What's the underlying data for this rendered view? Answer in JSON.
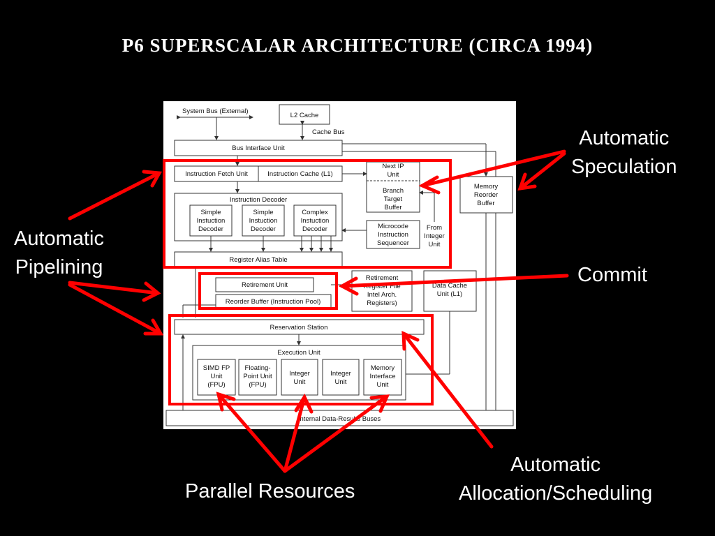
{
  "slide": {
    "title": "P6 SUPERSCALAR ARCHITECTURE (CIRCA 1994)"
  },
  "annotations": {
    "speculation_1": "Automatic",
    "speculation_2": "Speculation",
    "pipelining_1": "Automatic",
    "pipelining_2": "Pipelining",
    "commit": "Commit",
    "allocation_1": "Automatic",
    "allocation_2": "Allocation/Scheduling",
    "parallel": "Parallel Resources"
  },
  "diagram": {
    "system_bus": "System Bus (External)",
    "l2_cache": "L2 Cache",
    "cache_bus": "Cache Bus",
    "bus_interface_unit": "Bus Interface Unit",
    "instruction_fetch_unit": "Instruction Fetch Unit",
    "instruction_cache": "Instruction Cache (L1)",
    "next_ip_unit_1": "Next IP",
    "next_ip_unit_2": "Unit",
    "branch_target_buffer_1": "Branch",
    "branch_target_buffer_2": "Target",
    "branch_target_buffer_3": "Buffer",
    "memory_reorder_buffer_1": "Memory",
    "memory_reorder_buffer_2": "Reorder",
    "memory_reorder_buffer_3": "Buffer",
    "instruction_decoder": "Instruction Decoder",
    "simple_decoder_a_1": "Simple",
    "simple_decoder_a_2": "Instuction",
    "simple_decoder_a_3": "Decoder",
    "simple_decoder_b_1": "Simple",
    "simple_decoder_b_2": "Instuction",
    "simple_decoder_b_3": "Decoder",
    "complex_decoder_1": "Complex",
    "complex_decoder_2": "Instuction",
    "complex_decoder_3": "Decoder",
    "microcode_sequencer_1": "Microcode",
    "microcode_sequencer_2": "Instruction",
    "microcode_sequencer_3": "Sequencer",
    "from_integer_unit_1": "From",
    "from_integer_unit_2": "Integer",
    "from_integer_unit_3": "Unit",
    "register_alias_table": "Register Alias Table",
    "retirement_unit": "Retirement Unit",
    "reorder_buffer": "Reorder Buffer (Instruction Pool)",
    "retirement_register_file_1": "Retirement",
    "retirement_register_file_2": "Register File",
    "retirement_register_file_3": "Intel Arch.",
    "retirement_register_file_4": "Registers)",
    "data_cache_unit_1": "Data Cache",
    "data_cache_unit_2": "Unit (L1)",
    "reservation_station": "Reservation Station",
    "execution_unit": "Execution Unit",
    "simd_fp_unit_1": "SIMD FP",
    "simd_fp_unit_2": "Unit",
    "simd_fp_unit_3": "(FPU)",
    "floating_point_unit_1": "Floating-",
    "floating_point_unit_2": "Point Unit",
    "floating_point_unit_3": "(FPU)",
    "integer_unit_a_1": "Integer",
    "integer_unit_a_2": "Unit",
    "integer_unit_b_1": "Integer",
    "integer_unit_b_2": "Unit",
    "memory_interface_unit_1": "Memory",
    "memory_interface_unit_2": "Interface",
    "memory_interface_unit_3": "Unit",
    "internal_buses": "Internal Data-Results Buses"
  },
  "colors": {
    "highlight": "#ff0000",
    "background": "#000000",
    "text": "#ffffff"
  }
}
